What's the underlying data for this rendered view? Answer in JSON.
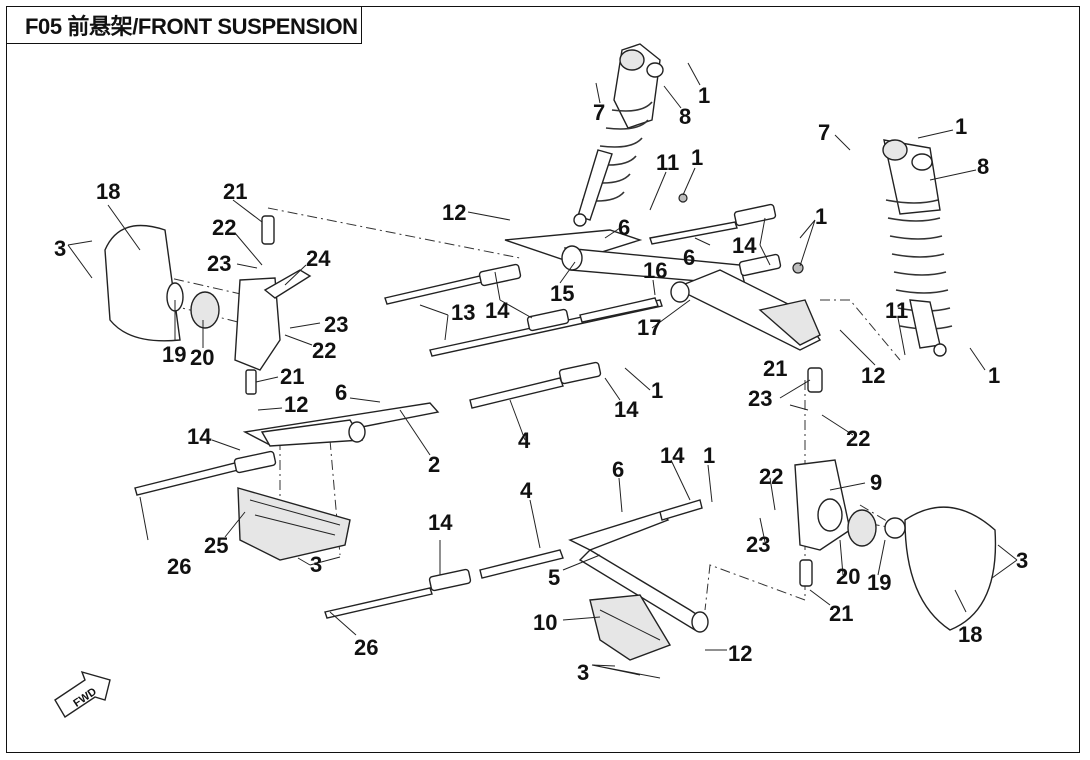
{
  "title": "F05 前悬架/FRONT SUSPENSION",
  "fwd_label": "FWD",
  "callouts": [
    {
      "id": "c1a",
      "text": "1"
    },
    {
      "id": "c7a",
      "text": "7"
    },
    {
      "id": "c8a",
      "text": "8"
    },
    {
      "id": "c1b",
      "text": "1"
    },
    {
      "id": "c7b",
      "text": "7"
    },
    {
      "id": "c8b",
      "text": "8"
    },
    {
      "id": "c11a",
      "text": "11"
    },
    {
      "id": "c1c",
      "text": "1"
    },
    {
      "id": "c12a",
      "text": "12"
    },
    {
      "id": "c6a",
      "text": "6"
    },
    {
      "id": "c1d",
      "text": "1"
    },
    {
      "id": "c14a",
      "text": "14"
    },
    {
      "id": "c6b",
      "text": "6"
    },
    {
      "id": "c16",
      "text": "16"
    },
    {
      "id": "c15",
      "text": "15"
    },
    {
      "id": "c14b",
      "text": "14"
    },
    {
      "id": "c13",
      "text": "13"
    },
    {
      "id": "c17",
      "text": "17"
    },
    {
      "id": "c11b",
      "text": "11"
    },
    {
      "id": "c12b",
      "text": "12"
    },
    {
      "id": "c1e",
      "text": "1"
    },
    {
      "id": "c18a",
      "text": "18"
    },
    {
      "id": "c3a",
      "text": "3"
    },
    {
      "id": "c21a",
      "text": "21"
    },
    {
      "id": "c22a",
      "text": "22"
    },
    {
      "id": "c23a",
      "text": "23"
    },
    {
      "id": "c24",
      "text": "24"
    },
    {
      "id": "c23b",
      "text": "23"
    },
    {
      "id": "c22b",
      "text": "22"
    },
    {
      "id": "c19a",
      "text": "19"
    },
    {
      "id": "c20a",
      "text": "20"
    },
    {
      "id": "c21b",
      "text": "21"
    },
    {
      "id": "c12c",
      "text": "12"
    },
    {
      "id": "c6c",
      "text": "6"
    },
    {
      "id": "c14c",
      "text": "14"
    },
    {
      "id": "c2",
      "text": "2"
    },
    {
      "id": "c4a",
      "text": "4"
    },
    {
      "id": "c14d",
      "text": "14"
    },
    {
      "id": "c1f",
      "text": "1"
    },
    {
      "id": "c21c",
      "text": "21"
    },
    {
      "id": "c23c",
      "text": "23"
    },
    {
      "id": "c22c",
      "text": "22"
    },
    {
      "id": "c26a",
      "text": "26"
    },
    {
      "id": "c25",
      "text": "25"
    },
    {
      "id": "c3b",
      "text": "3"
    },
    {
      "id": "c14e",
      "text": "14"
    },
    {
      "id": "c4b",
      "text": "4"
    },
    {
      "id": "c6d",
      "text": "6"
    },
    {
      "id": "c14f",
      "text": "14"
    },
    {
      "id": "c1g",
      "text": "1"
    },
    {
      "id": "c22d",
      "text": "22"
    },
    {
      "id": "c9",
      "text": "9"
    },
    {
      "id": "c23d",
      "text": "23"
    },
    {
      "id": "c20b",
      "text": "20"
    },
    {
      "id": "c19b",
      "text": "19"
    },
    {
      "id": "c3c",
      "text": "3"
    },
    {
      "id": "c5",
      "text": "5"
    },
    {
      "id": "c21d",
      "text": "21"
    },
    {
      "id": "c18b",
      "text": "18"
    },
    {
      "id": "c10",
      "text": "10"
    },
    {
      "id": "c12d",
      "text": "12"
    },
    {
      "id": "c3d",
      "text": "3"
    },
    {
      "id": "c26b",
      "text": "26"
    }
  ]
}
